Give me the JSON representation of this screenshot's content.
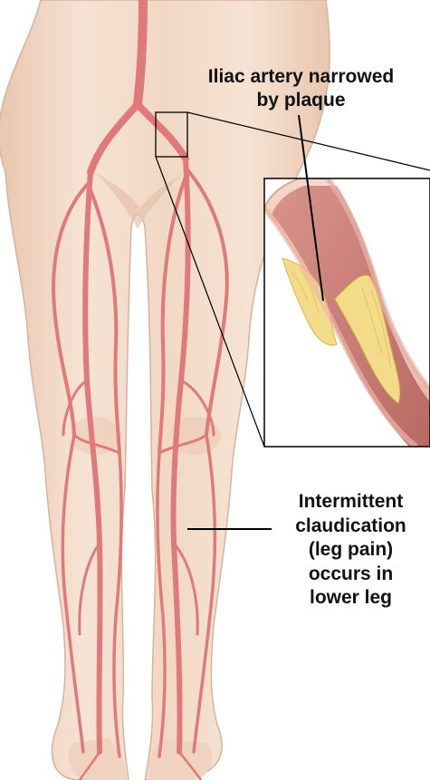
{
  "annotations": {
    "plaque_label_line1": "Iliac artery narrowed",
    "plaque_label_line2": "by plaque",
    "leg_label_lines": [
      "Intermittent",
      "claudication",
      "(leg pain)",
      "occurs in",
      "lower leg"
    ]
  },
  "colors": {
    "skin": "#f3dccb",
    "skin_shadow": "#e6c2ab",
    "artery": "#e07a7a",
    "artery_dark": "#c95d60",
    "plaque": "#f2dc8a",
    "vessel_lumen": "#c97a72",
    "outline": "#000000"
  }
}
